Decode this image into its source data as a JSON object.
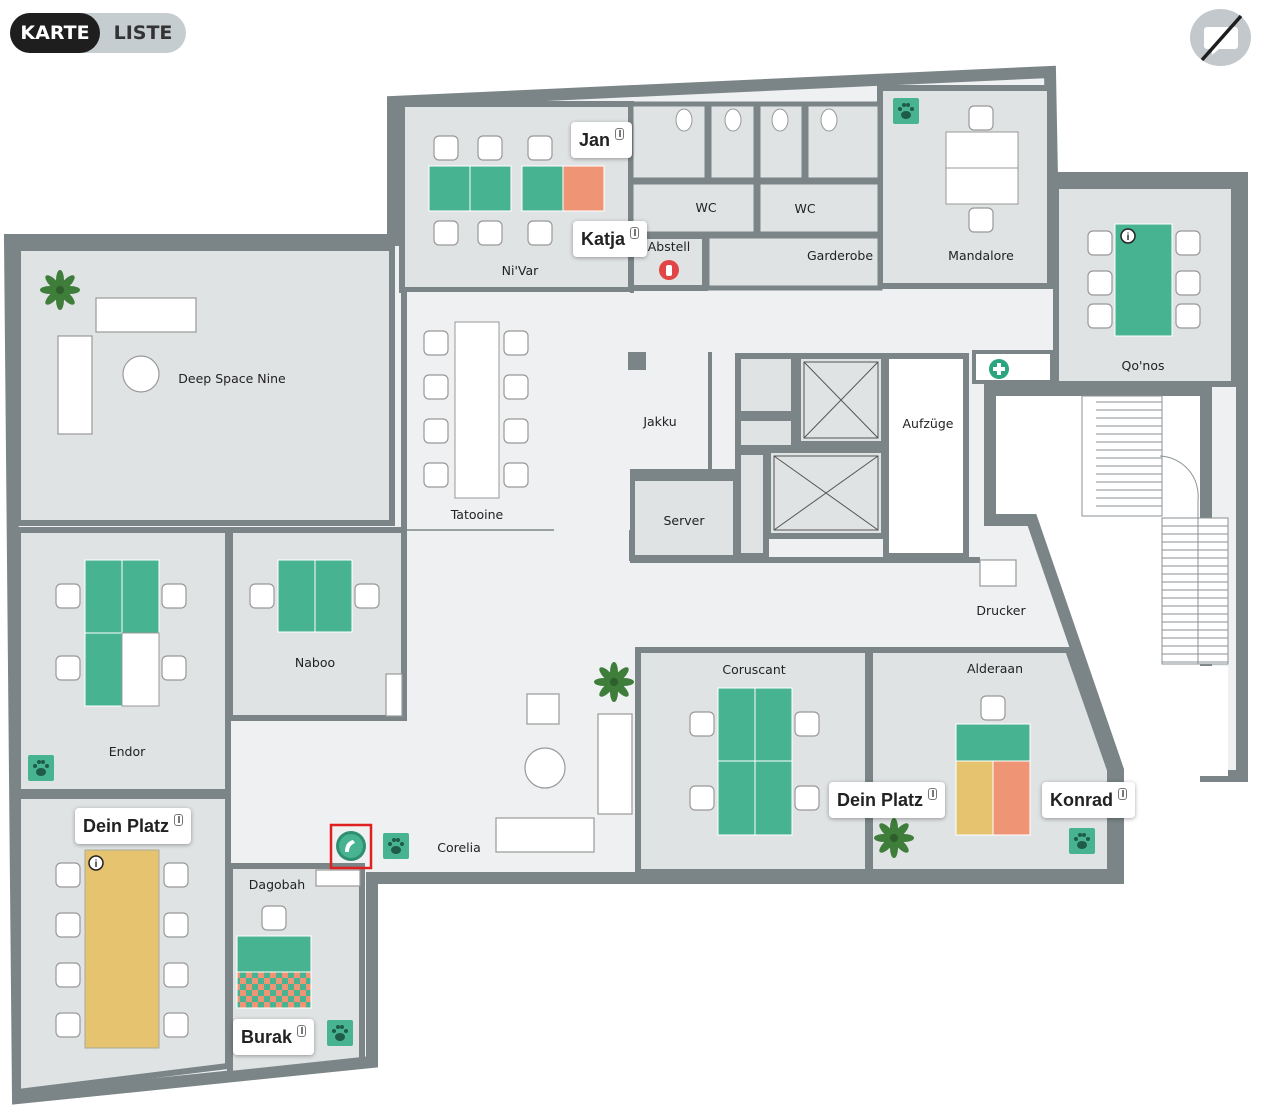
{
  "view_toggle": {
    "map_label": "KARTE",
    "list_label": "LISTE",
    "active": "KARTE"
  },
  "chat_toggle": {
    "icon": "chat-off-icon"
  },
  "colors": {
    "wall": "#7b8587",
    "floor_room": "#e0e3e4",
    "floor_corridor": "#eef0f1",
    "desk_free": "#48b391",
    "desk_selected": "#e6c46f",
    "desk_occupied": "#ef9475",
    "door": "#ffffff",
    "highlight": "#e02020",
    "first_aid": "#2aa57f",
    "fire": "#e24545"
  },
  "rooms": {
    "nivar": "Ni'Var",
    "abstell": "Abstell",
    "wc1": "WC",
    "wc2": "WC",
    "garderobe": "Garderobe",
    "mandalore": "Mandalore",
    "qonos": "Qo'nos",
    "deep_space_nine": "Deep Space Nine",
    "tatooine": "Tatooine",
    "jakku": "Jakku",
    "aufzuege": "Aufzüge",
    "server": "Server",
    "drucker": "Drucker",
    "endor": "Endor",
    "naboo": "Naboo",
    "coruscant": "Coruscant",
    "alderaan": "Alderaan",
    "corelia": "Corelia",
    "dagobah": "Dagobah"
  },
  "people": {
    "jan": "Jan",
    "katja": "Katja",
    "dein_platz_1": "Dein Platz",
    "dein_platz_2": "Dein Platz",
    "konrad": "Konrad",
    "burak": "Burak"
  },
  "icons": [
    "paw-icon",
    "info-icon",
    "plant-icon",
    "first-aid-icon",
    "fire-extinguisher-icon",
    "pet-station-icon",
    "elevator-icon",
    "stairs-icon"
  ]
}
